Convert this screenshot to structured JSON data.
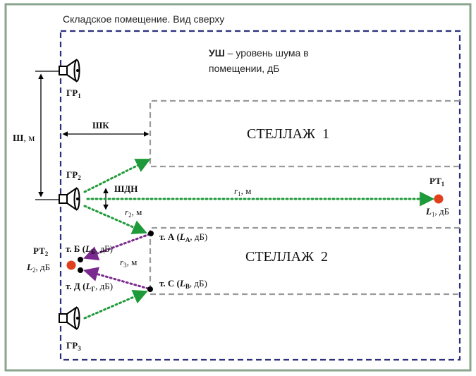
{
  "diagram": {
    "caption": "Складское помещение. Вид сверху",
    "noise_level": {
      "abbr": "УШ",
      "desc_line1": " – уровень шума в",
      "desc_line2": "помещении, дБ"
    },
    "racks": [
      {
        "label": "СТЕЛЛАЖ  1"
      },
      {
        "label": "СТЕЛЛАЖ  2"
      }
    ],
    "loudspeakers": {
      "gr1": {
        "base": "ГР",
        "sub": "1"
      },
      "gr2": {
        "base": "ГР",
        "sub": "2"
      },
      "gr3": {
        "base": "ГР",
        "sub": "3"
      }
    },
    "dimensions": {
      "width": {
        "base": "Ш",
        "unit": ", м"
      },
      "corridor": {
        "text": "ШК"
      },
      "cone": {
        "text": "ШДН"
      }
    },
    "distances": {
      "r1": {
        "base": "r",
        "sub": "1",
        "unit": ", м"
      },
      "r2": {
        "base": "r",
        "sub": "2",
        "unit": ", м"
      },
      "r3": {
        "base": "r",
        "sub": "3",
        "unit": ", м"
      }
    },
    "workplaces": {
      "rt1": {
        "base": "РТ",
        "sub": "1",
        "level_base": "L",
        "level_sub": "1",
        "level_unit": ", дБ"
      },
      "rt2": {
        "base": "РТ",
        "sub": "2",
        "level_base": "L",
        "level_sub": "2",
        "level_unit": ", дБ"
      }
    },
    "points": {
      "a": {
        "prefix": "т. А (",
        "level_base": "L",
        "level_sub": "А",
        "suffix": ", дБ)"
      },
      "b": {
        "prefix": "т. Б (",
        "level_base": "L",
        "level_sub": "Б",
        "suffix": ", дБ)"
      },
      "c": {
        "prefix": "т. С (",
        "level_base": "L",
        "level_sub": "В",
        "suffix": ", дБ)"
      },
      "d": {
        "prefix": "т. Д (",
        "level_base": "L",
        "level_sub": "Г",
        "suffix": ", дБ)"
      }
    },
    "colors": {
      "frame": "#8aa48e",
      "room_border": "#2b2f7e",
      "rack_border": "#9a9a9a",
      "green_path": "#1f9a3a",
      "purple_path": "#7a2a8e",
      "workplace_dot": "#e0401e"
    }
  }
}
